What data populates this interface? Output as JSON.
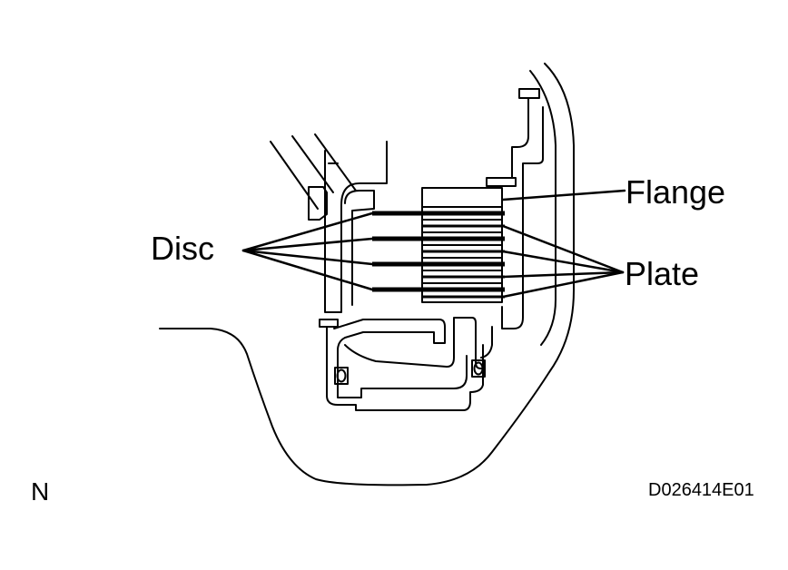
{
  "labels": {
    "flange": "Flange",
    "disc": "Disc",
    "plate": "Plate",
    "north": "N",
    "code": "D026414E01"
  }
}
